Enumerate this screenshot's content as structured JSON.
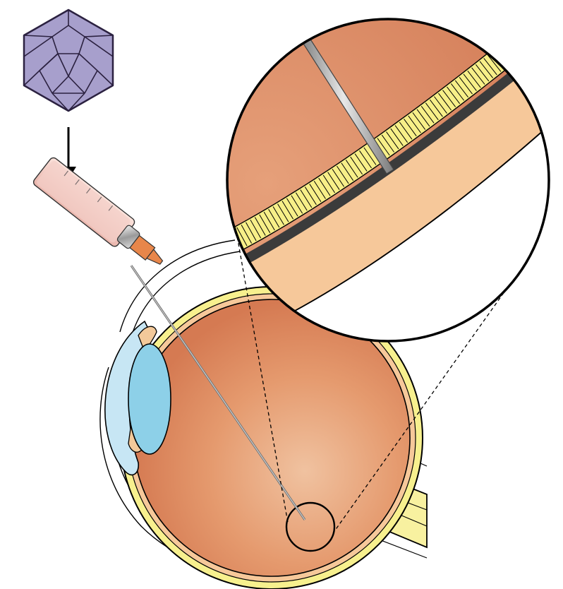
{
  "figure": {
    "components": [
      "virus-particle",
      "arrow",
      "syringe",
      "needle",
      "eye",
      "magnified-retina-inset",
      "subretinal-injection-site"
    ]
  },
  "colors": {
    "virus_fill": "#a79fcc",
    "virus_stroke": "#2b2140",
    "eye_interior": "#d9845b",
    "eye_interior_light": "#f0c2a0",
    "sclera_outer": "#f7f08e",
    "choroid_layer": "#f6c89a",
    "cornea": "#c7e6f4",
    "lens": "#8dd0e8",
    "iris": "#f3c99a",
    "optic_nerve": "#f8f1a0",
    "photoreceptors": "#f7ef88",
    "rpe": "#3b3b3b",
    "syringe_fluid": "#f2c8c0",
    "hub_orange": "#e8864a",
    "needle": "#9a9a9a",
    "outline": "#000000"
  }
}
